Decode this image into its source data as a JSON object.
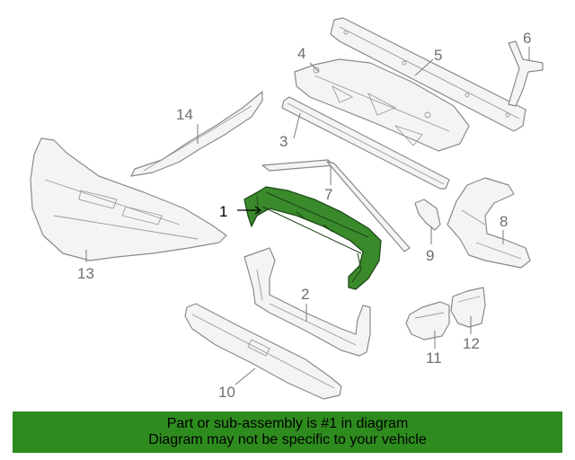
{
  "callouts": {
    "c1": "1",
    "c2": "2",
    "c3": "3",
    "c4": "4",
    "c5": "5",
    "c6": "6",
    "c7": "7",
    "c8": "8",
    "c9": "9",
    "c10": "10",
    "c11": "11",
    "c12": "12",
    "c13": "13",
    "c14": "14"
  },
  "highlight": {
    "part": "1",
    "color": "#3a8a2c"
  },
  "banner": {
    "line1": "Part or sub-assembly is #1 in diagram",
    "line2": "Diagram may not be specific to your vehicle",
    "background": "#2e8b1e"
  }
}
